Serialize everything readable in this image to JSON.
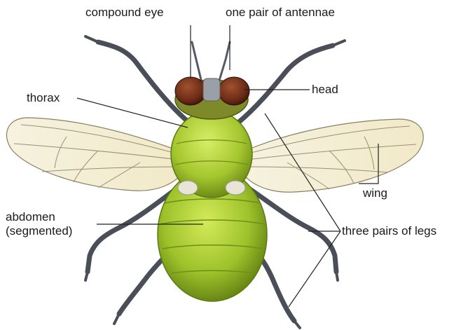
{
  "labels": {
    "compound_eye": "compound eye",
    "antennae": "one pair of antennae",
    "head": "head",
    "thorax": "thorax",
    "wing": "wing",
    "abdomen_line1": "abdomen",
    "abdomen_line2": "(segmented)",
    "legs": "three pairs of legs"
  },
  "colors": {
    "body_green": "#9dc22a",
    "body_dark": "#5d7a10",
    "eye": "#6b2a16",
    "leg": "#4a4e58",
    "wing": "#f3efd9",
    "wing_vein": "#8a7f63",
    "leader_line": "#222222"
  }
}
